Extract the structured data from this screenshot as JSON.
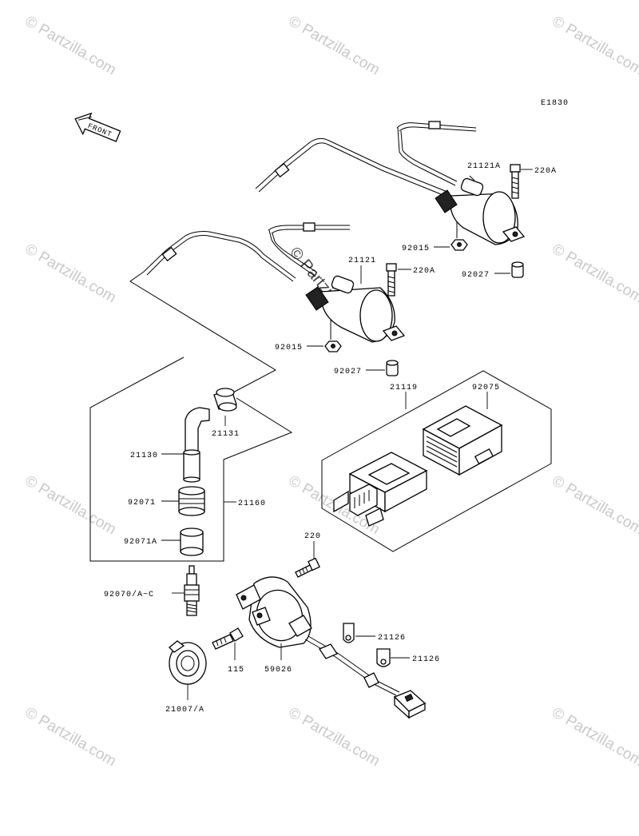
{
  "diagram_code": "E1830",
  "front_label": "FRONT",
  "watermark": "© Partzilla.com",
  "callouts": {
    "p21121A": "21121A",
    "p220A_top": "220A",
    "p92015_top": "92015",
    "p92027_top": "92027",
    "p21121": "21121",
    "p220A_mid": "220A",
    "p92015_mid": "92015",
    "p92027_mid": "92027",
    "p21119": "21119",
    "p92075": "92075",
    "p21131": "21131",
    "p21130": "21130",
    "p92071": "92071",
    "p21160": "21160",
    "p92071A": "92071A",
    "p220": "220",
    "p92070": "92070/A~C",
    "p21126a": "21126",
    "p21126b": "21126",
    "p115": "115",
    "p59026": "59026",
    "p21007": "21007/A"
  }
}
